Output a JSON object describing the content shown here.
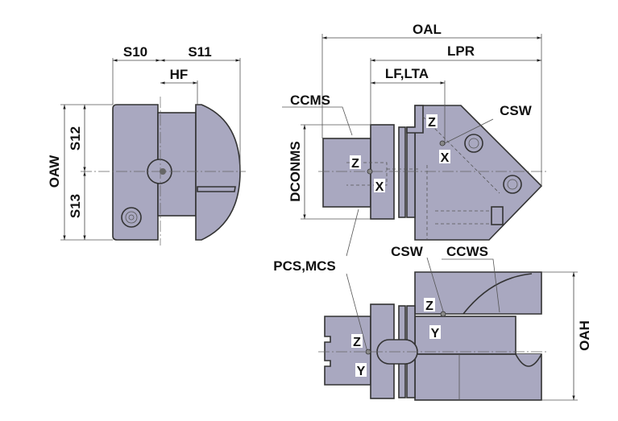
{
  "labels": {
    "s10": "S10",
    "s11": "S11",
    "hf": "HF",
    "oaw": "OAW",
    "s12": "S12",
    "s13": "S13",
    "oal": "OAL",
    "lpr": "LPR",
    "lf_lta": "LF,LTA",
    "ccms": "CCMS",
    "csw_top": "CSW",
    "dconms": "DCONMS",
    "pcs_mcs": "PCS,MCS",
    "csw_bottom": "CSW",
    "ccws": "CCWS",
    "oah": "OAH",
    "z": "Z",
    "x": "X",
    "y": "Y"
  },
  "colors": {
    "part_fill": "#a9a8c0",
    "outline": "#333333"
  }
}
